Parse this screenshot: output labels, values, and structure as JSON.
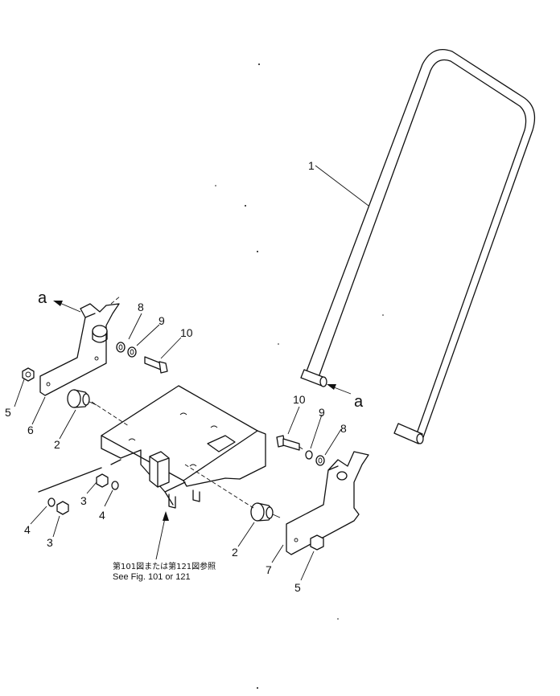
{
  "callouts": {
    "c1": "1",
    "c2a": "2",
    "c2b": "2",
    "c3a": "3",
    "c3b": "3",
    "c4a": "4",
    "c4b": "4",
    "c5a": "5",
    "c5b": "5",
    "c6": "6",
    "c7": "7",
    "c8a": "8",
    "c8b": "8",
    "c9a": "9",
    "c9b": "9",
    "c10a": "10",
    "c10b": "10"
  },
  "arrows": {
    "left": "a",
    "right": "a"
  },
  "reference": {
    "japanese": "第101図または第121図参照",
    "english": "See  Fig. 101  or  121"
  }
}
